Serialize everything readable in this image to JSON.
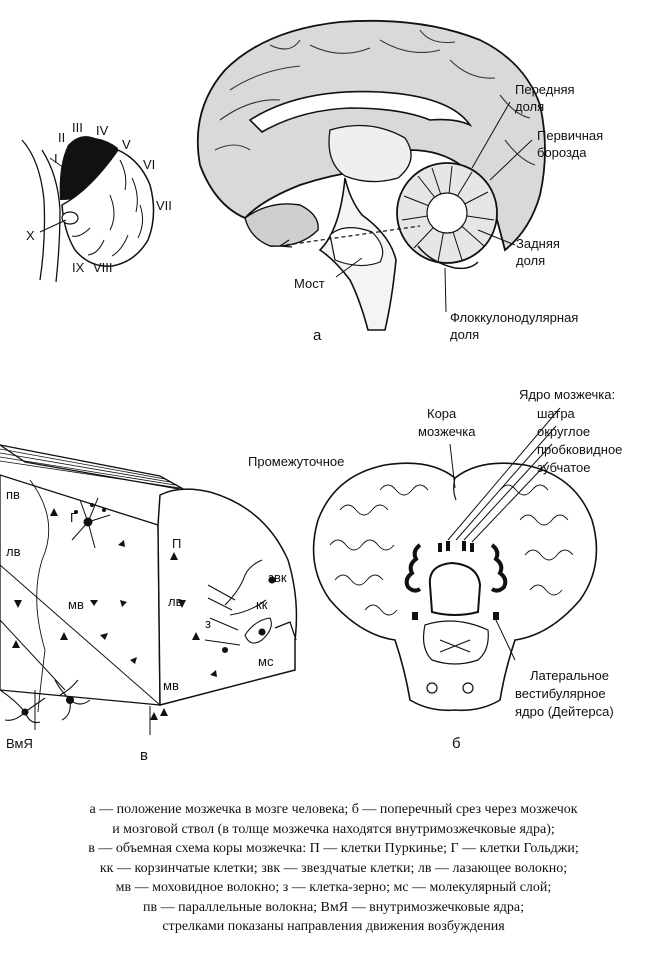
{
  "panel_a": {
    "letter": "а",
    "lobules": [
      "I",
      "II",
      "III",
      "IV",
      "V",
      "VI",
      "VII",
      "VIII",
      "IX",
      "X"
    ],
    "labels": {
      "anterior_lobe_1": "Передняя",
      "anterior_lobe_2": "доля",
      "primary_fissure_1": "Первичная",
      "primary_fissure_2": "борозда",
      "posterior_lobe_1": "Задняя",
      "posterior_lobe_2": "доля",
      "pons": "Мост",
      "flocculonodular_1": "Флоккулонодулярная",
      "flocculonodular_2": "доля"
    }
  },
  "panel_v": {
    "letter": "в",
    "labels": {
      "pv": "пв",
      "g": "Г",
      "p": "П",
      "lv_left": "лв",
      "mv_left": "мв",
      "lv_right": "лв",
      "z": "з",
      "zvk": "звк",
      "kk": "кк",
      "ms": "мс",
      "mv_right": "мв",
      "vmya": "ВмЯ"
    }
  },
  "panel_b": {
    "letter": "б",
    "labels": {
      "cortex_1": "Кора",
      "cortex_2": "мозжечка",
      "intermediate": "Промежуточное",
      "nuclei_title": "Ядро мозжечка:",
      "fastigial": "шатра",
      "globose": "округлое",
      "emboliform": "пробковидное",
      "dentate": "зубчатое",
      "lateral_vestibular_1": "Латеральное",
      "lateral_vestibular_2": "вестибулярное",
      "lateral_vestibular_3": "ядро (Дейтерса)"
    }
  },
  "caption": [
    "а — положение мозжечка в мозге человека; б — поперечный срез через мозжечок",
    "и мозговой ствол (в толще мозжечка находятся внутримозжечковые ядра);",
    "в — объемная схема коры мозжечка: П — клетки Пуркинье; Г — клетки Гольджи;",
    "кк — корзинчатые клетки; звк — звездчатые клетки; лв — лазающее волокно;",
    "мв — моховидное волокно; з — клетка-зерно; мс — молекулярный слой;",
    "пв — параллельные волокна; ВмЯ — внутримозжечковые ядра;",
    "стрелками показаны направления движения возбуждения"
  ]
}
